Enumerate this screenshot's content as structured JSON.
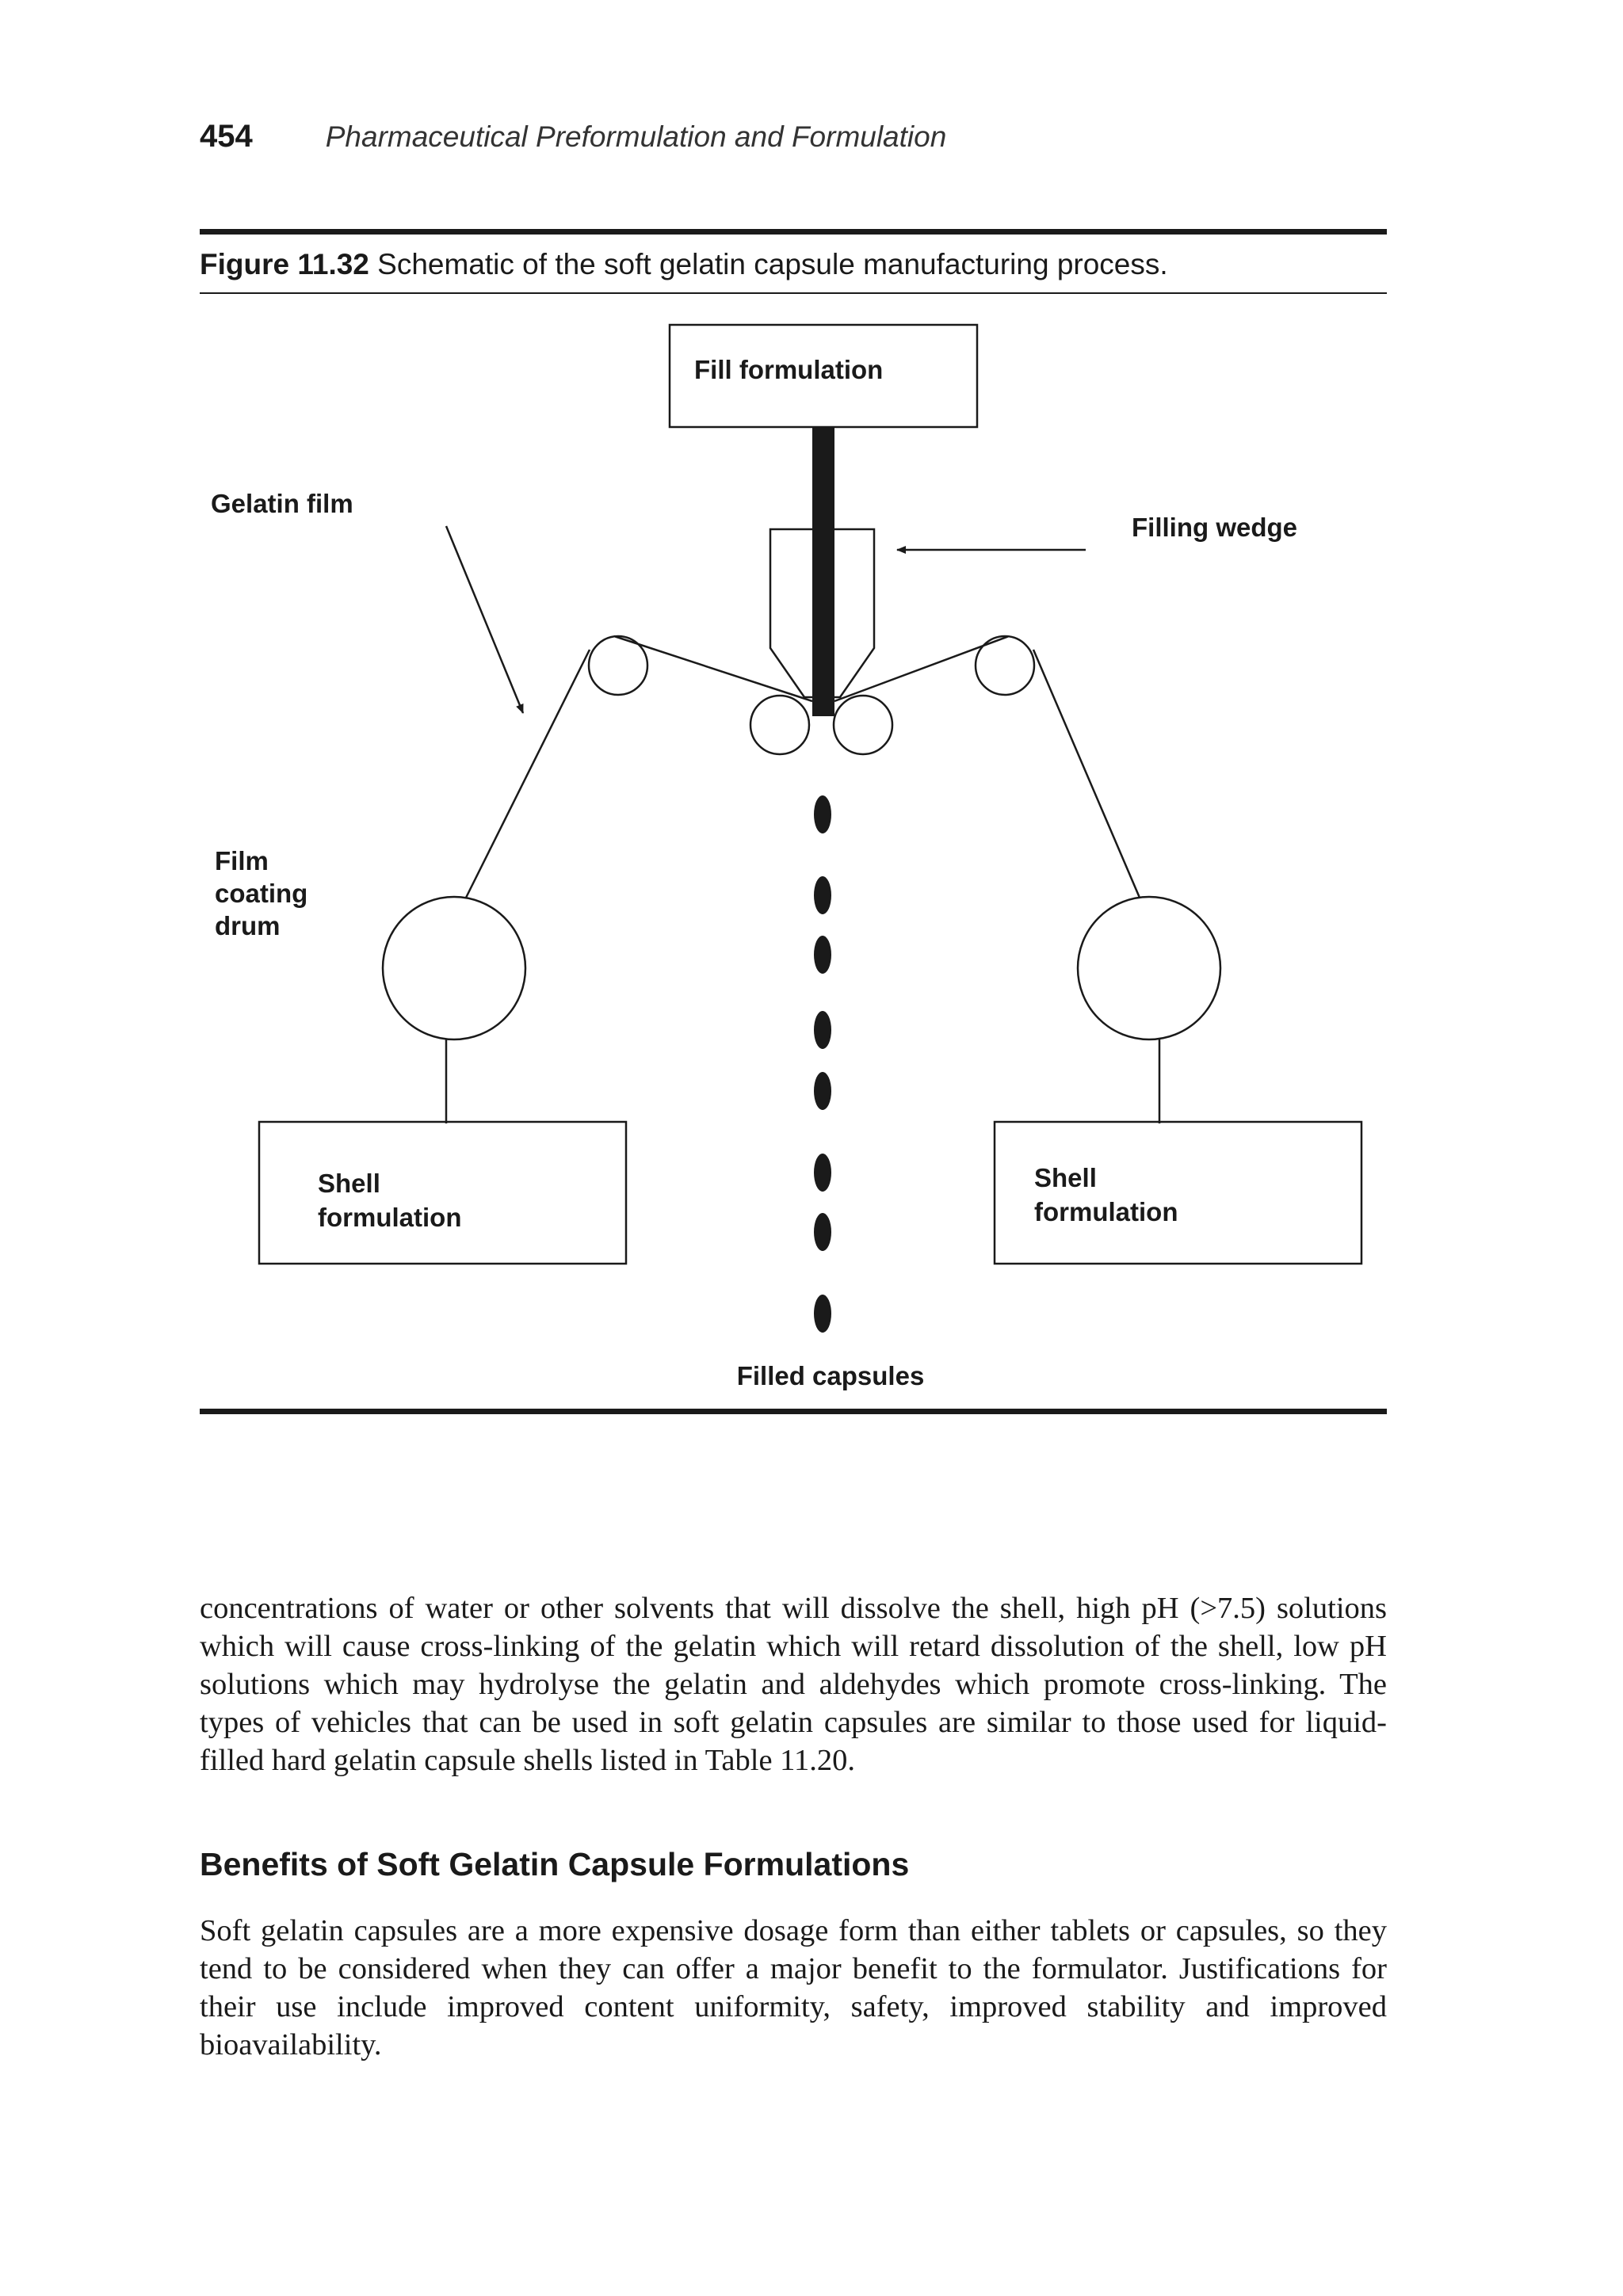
{
  "header": {
    "page_number": "454",
    "running_title": "Pharmaceutical Preformulation and Formulation"
  },
  "figure": {
    "label": "Figure 11.32",
    "caption": " Schematic of the soft gelatin capsule manufacturing process.",
    "diagram": {
      "fill_formulation": "Fill formulation",
      "gelatin_film": "Gelatin film",
      "filling_wedge": "Filling wedge",
      "film_coating_drum": [
        "Film",
        "coating",
        "drum"
      ],
      "shell_formulation_left": [
        "Shell",
        "formulation"
      ],
      "shell_formulation_right": [
        "Shell",
        "formulation"
      ],
      "filled_capsules": "Filled capsules"
    }
  },
  "body": {
    "paragraph_1": "concentrations of water or other solvents that will dissolve the shell, high pH (>7.5) solutions which will cause cross-linking of the gelatin which will retard dissolution of the shell, low pH solutions which may hydrolyse the gelatin and aldehydes which promote cross-linking. The types of vehicles that can be used in soft gelatin capsules are similar to those used for liquid-filled hard gelatin capsule shells listed in Table 11.20.",
    "section_heading": "Benefits of Soft Gelatin Capsule Formulations",
    "paragraph_2": "Soft gelatin capsules are a more expensive dosage form than either tablets or capsules, so they tend to be considered when they can offer a major benefit to the formulator. Justifications for their use include improved content uniformity, safety, improved stability and improved bioavailability."
  }
}
